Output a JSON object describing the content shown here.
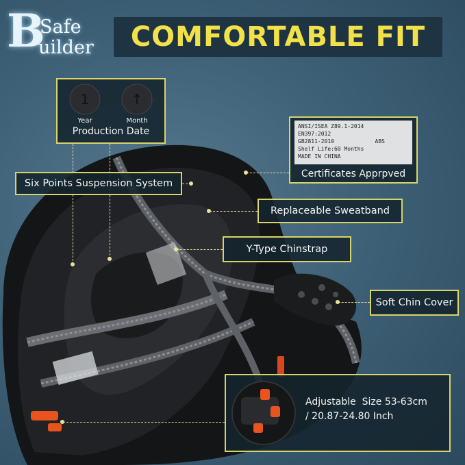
{
  "brand": {
    "initial": "B",
    "line1": "Safe",
    "line2": "uilder"
  },
  "headline": "COMFORTABLE FIT",
  "production_date": {
    "year_label": "Year",
    "month_label": "Month",
    "title": "Production Date"
  },
  "certificates": {
    "lines": [
      "ANSI/ISEA Z89.1-2014",
      "EN397:2012",
      "GB2811-2010",
      "Shelf Life:60 Months",
      "MADE IN CHINA"
    ],
    "abs_label": "ABS",
    "caption": "Certificates Apprpved"
  },
  "callouts": {
    "suspension": "Six Points Suspension System",
    "sweatband": "Replaceable Sweatband",
    "chinstrap": "Y-Type Chinstrap",
    "chin_cover": "Soft Chin Cover",
    "adjustable_line1": "Adjustable  Size 53-63cm",
    "adjustable_line2": "/ 20.87-24.80 Inch"
  },
  "colors": {
    "accent": "#f3e14a",
    "border": "#d9d46a",
    "panel": "#1f3442"
  }
}
